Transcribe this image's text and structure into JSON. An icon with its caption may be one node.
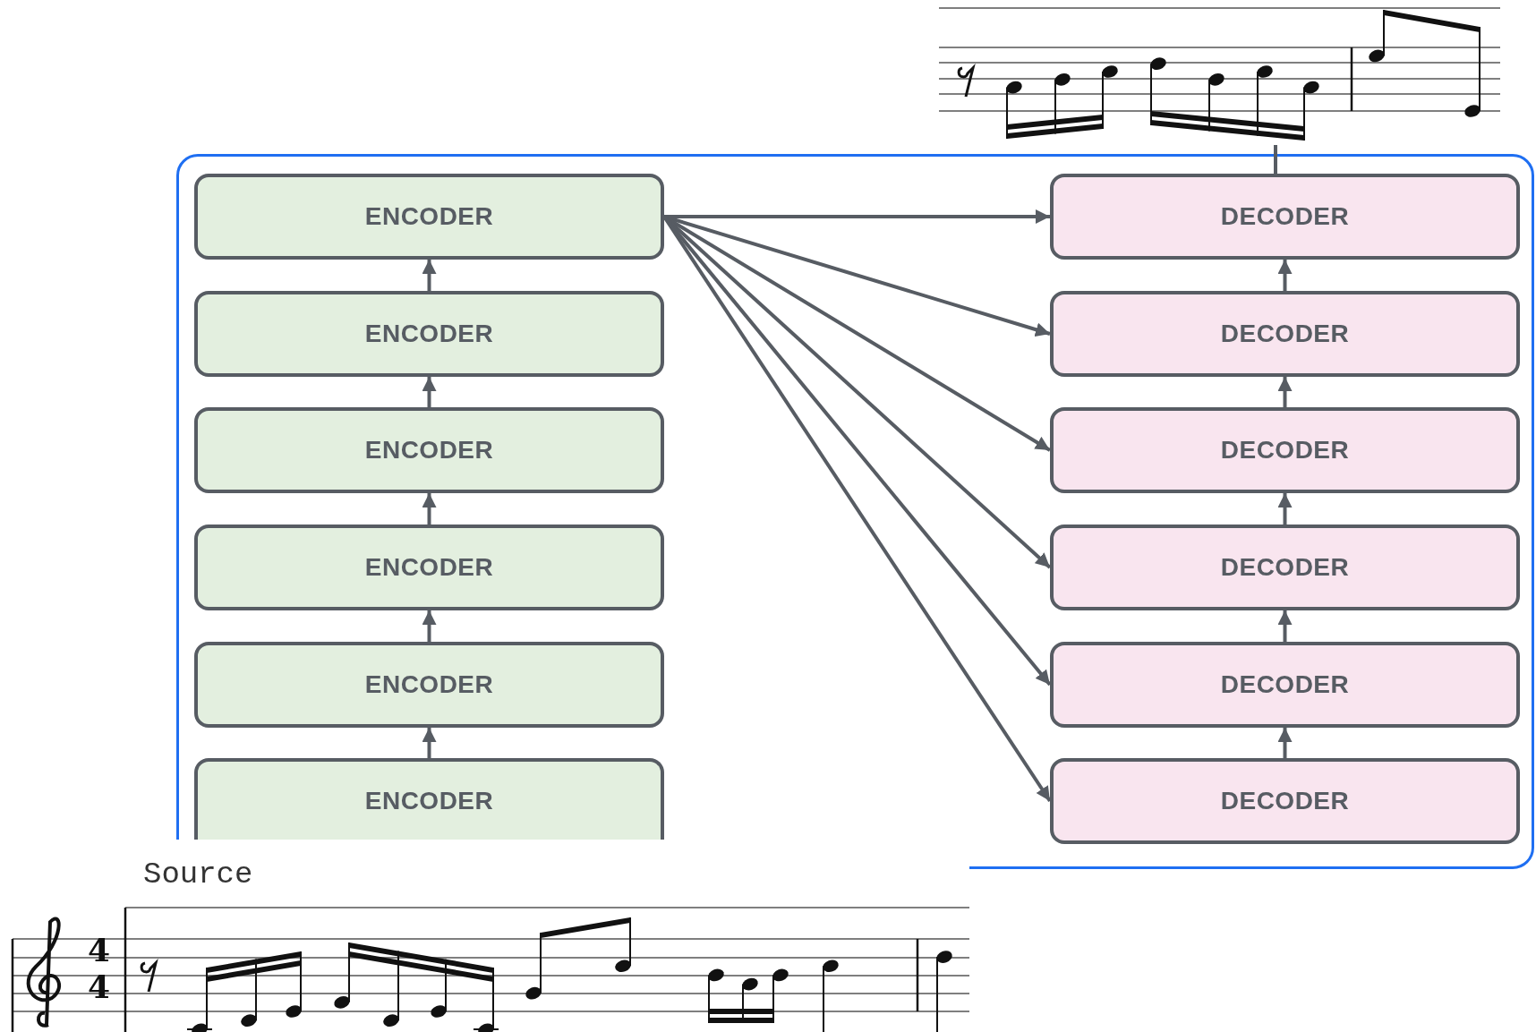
{
  "diagram": {
    "nodes": [
      {
        "text": [],
        "shape": "box"
      },
      {
        "text": [
          "ENCODER"
        ],
        "in": 0
      },
      {
        "text": [
          "ENCODER"
        ],
        "in": 0
      },
      {
        "text": [
          "ENCODER"
        ],
        "in": 0
      },
      {
        "text": [
          "ENCODER"
        ],
        "in": 0
      },
      {
        "text": [
          "ENCODER"
        ],
        "in": 0
      },
      {
        "text": [
          "ENCODER"
        ],
        "in": 0
      },
      {
        "text": [
          "DECODER"
        ],
        "in": 0
      },
      {
        "text": [
          "DECODER"
        ],
        "in": 0
      },
      {
        "text": [
          "DECODER"
        ],
        "in": 0
      },
      {
        "text": [
          "DECODER"
        ],
        "in": 0
      },
      {
        "text": [
          "DECODER"
        ],
        "in": 0
      },
      {
        "text": [
          "DECODER"
        ],
        "in": 0
      },
      {
        "text": [],
        "shape": "picture"
      },
      {
        "text": [
          "Source"
        ]
      }
    ],
    "edges": [
      {
        "from": 2,
        "to": 1,
        "arrow": "to"
      },
      {
        "from": 3,
        "to": 2,
        "arrow": "to"
      },
      {
        "from": 4,
        "to": 3,
        "arrow": "to"
      },
      {
        "from": 5,
        "to": 4,
        "arrow": "to"
      },
      {
        "from": 6,
        "to": 5,
        "arrow": "to"
      },
      {
        "from": 8,
        "to": 7,
        "arrow": "to"
      },
      {
        "from": 9,
        "to": 8,
        "arrow": "to"
      },
      {
        "from": 10,
        "to": 9,
        "arrow": "to"
      },
      {
        "from": 11,
        "to": 10,
        "arrow": "to"
      },
      {
        "from": 12,
        "to": 11,
        "arrow": "to"
      },
      {
        "from": 1,
        "to": 7,
        "arrow": "to"
      },
      {
        "from": 1,
        "to": 8,
        "arrow": "to"
      },
      {
        "from": 1,
        "to": 9,
        "arrow": "to"
      },
      {
        "from": 1,
        "to": 10,
        "arrow": "to"
      },
      {
        "from": 1,
        "to": 11,
        "arrow": "to"
      },
      {
        "from": 1,
        "to": 12,
        "arrow": "to"
      },
      {
        "from": 7,
        "to": 13,
        "arrow": "none"
      }
    ],
    "labels": [
      "4",
      "4"
    ]
  }
}
